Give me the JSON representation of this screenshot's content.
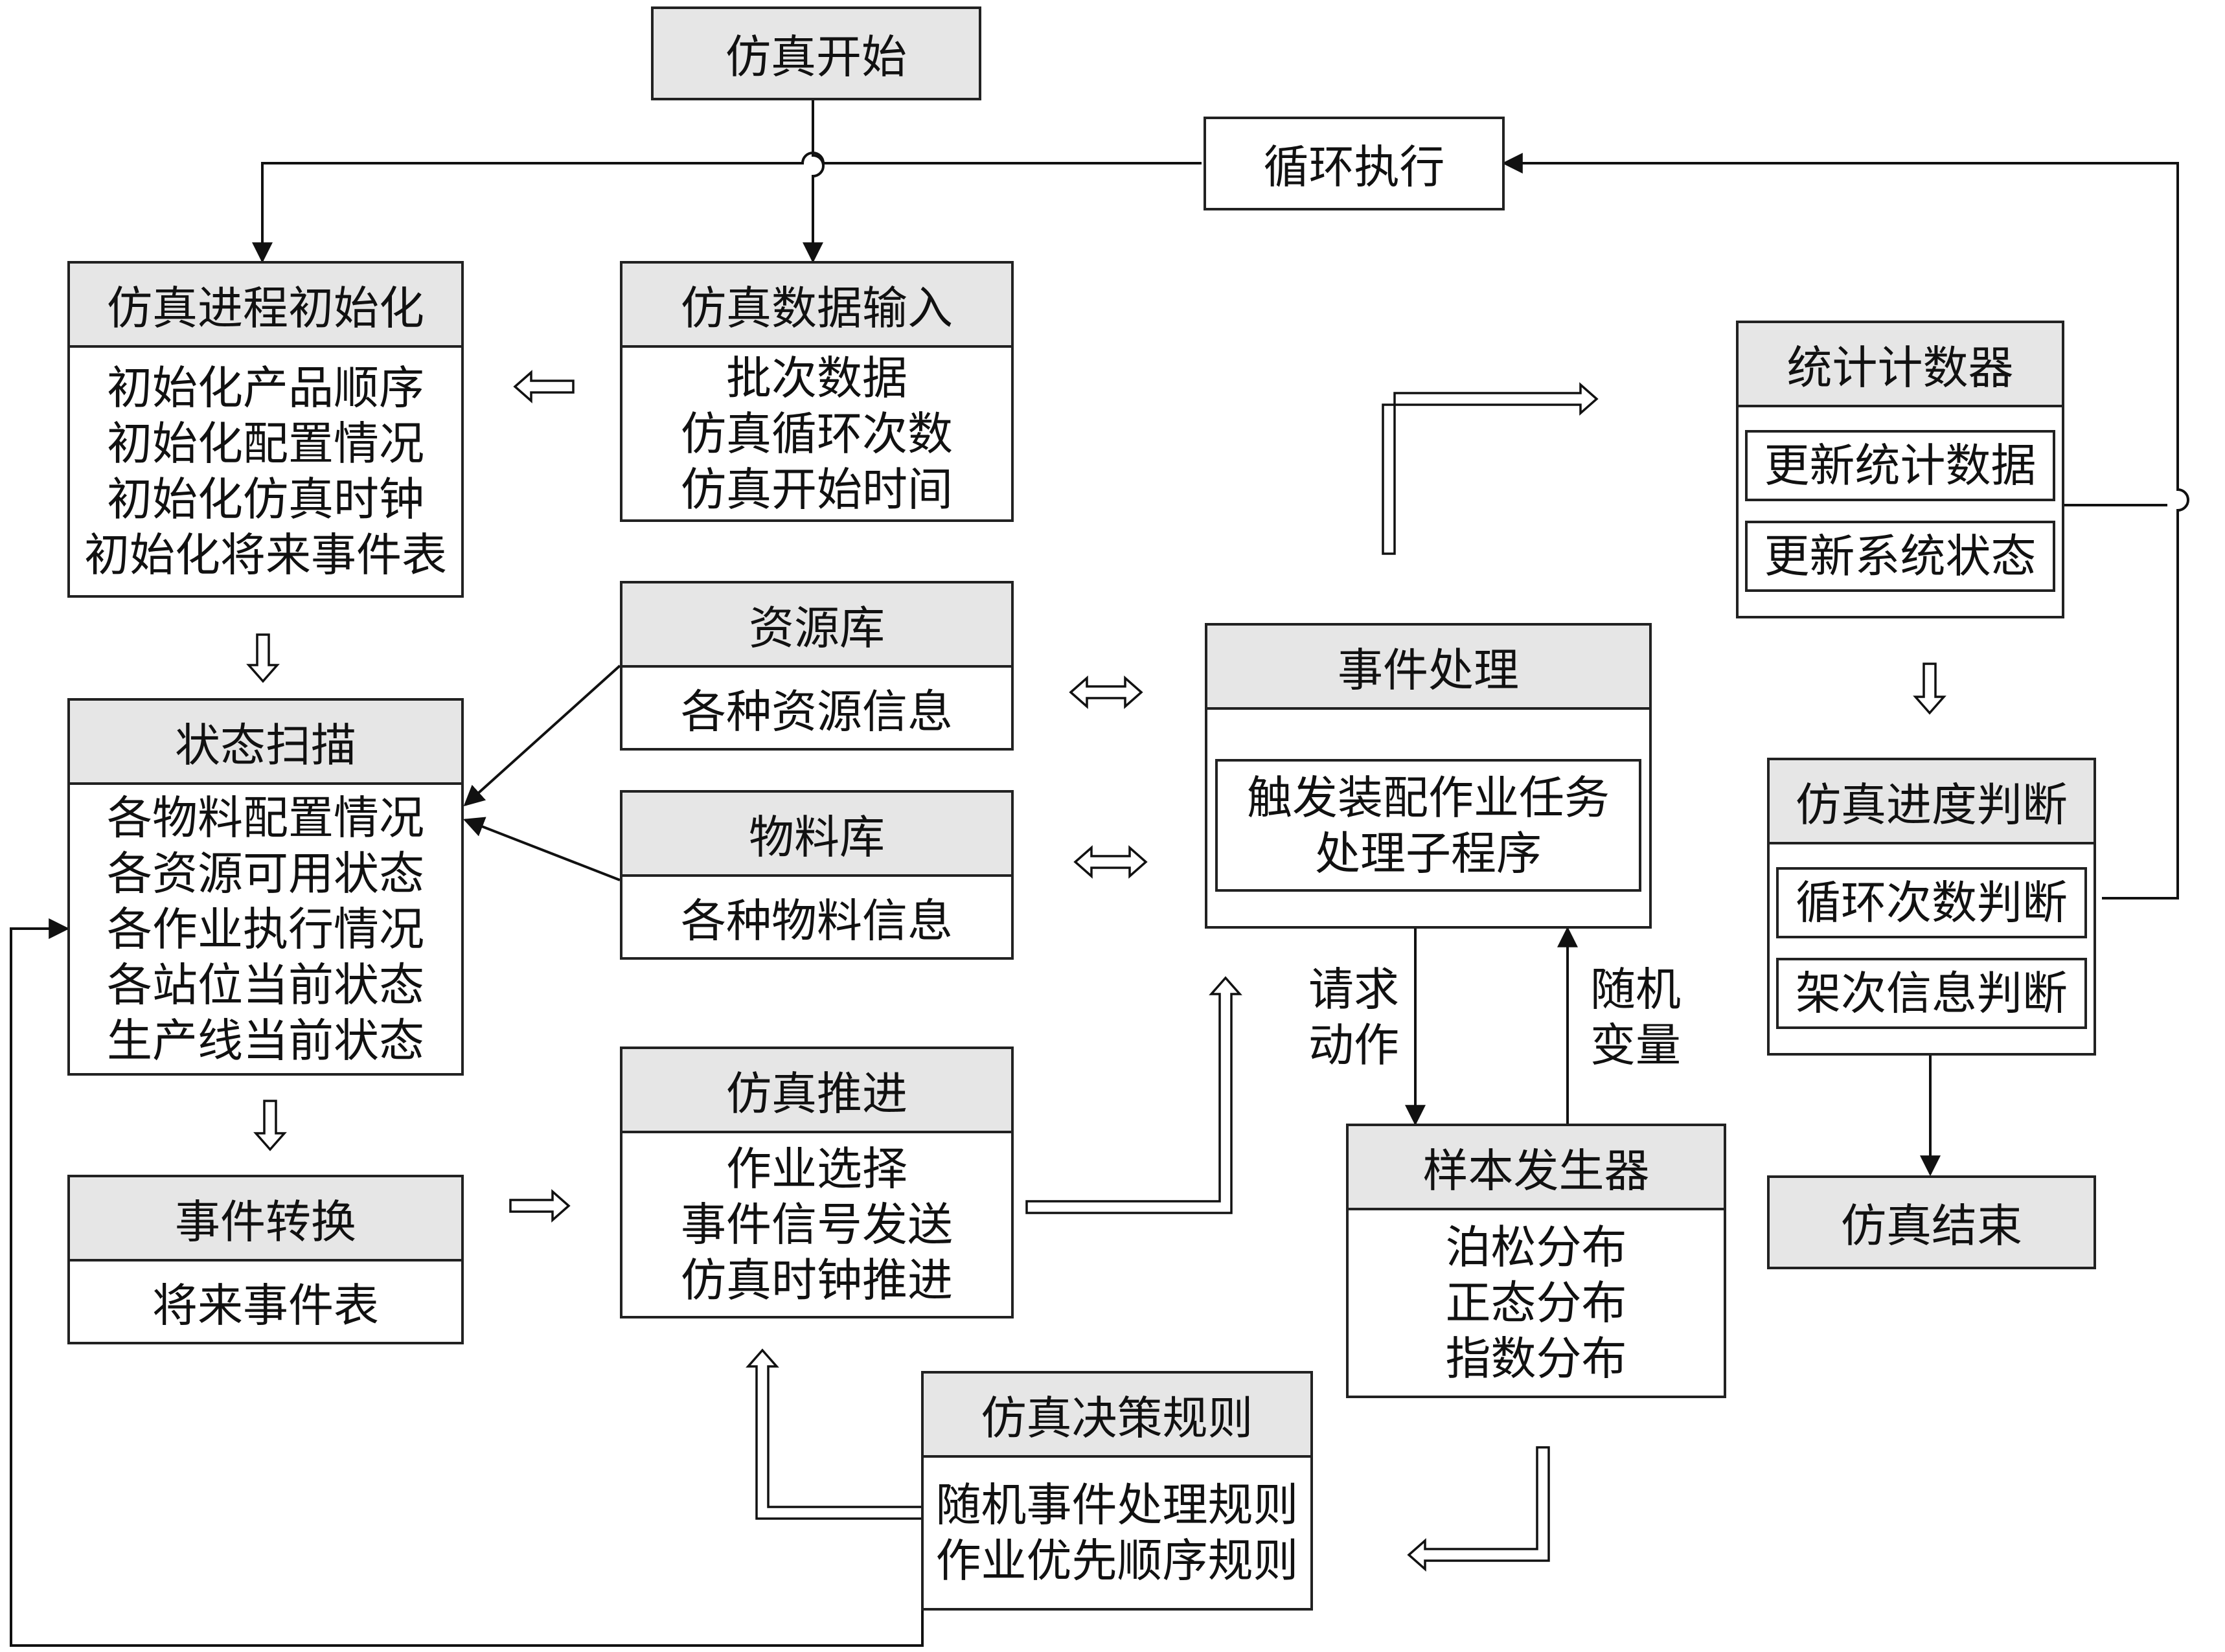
{
  "start": "仿真开始",
  "loop": "循环执行",
  "init": {
    "title": "仿真进程初始化",
    "items": [
      "初始化产品顺序",
      "初始化配置情况",
      "初始化仿真时钟",
      "初始化将来事件表"
    ]
  },
  "input": {
    "title": "仿真数据输入",
    "items": [
      "批次数据",
      "仿真循环次数",
      "仿真开始时间"
    ]
  },
  "resource": {
    "title": "资源库",
    "item": "各种资源信息"
  },
  "material": {
    "title": "物料库",
    "item": "各种物料信息"
  },
  "scan": {
    "title": "状态扫描",
    "items": [
      "各物料配置情况",
      "各资源可用状态",
      "各作业执行情况",
      "各站位当前状态",
      "生产线当前状态"
    ]
  },
  "convert": {
    "title": "事件转换",
    "item": "将来事件表"
  },
  "advance": {
    "title": "仿真推进",
    "items": [
      "作业选择",
      "事件信号发送",
      "仿真时钟推进"
    ]
  },
  "event": {
    "title": "事件处理",
    "items": [
      "触发装配作业任务",
      "处理子程序"
    ]
  },
  "request_label": [
    "请求",
    "动作"
  ],
  "random_label": [
    "随机",
    "变量"
  ],
  "sampler": {
    "title": "样本发生器",
    "items": [
      "泊松分布",
      "正态分布",
      "指数分布"
    ]
  },
  "rules": {
    "title": "仿真决策规则",
    "items": [
      "随机事件处理规则",
      "作业优先顺序规则"
    ]
  },
  "counter": {
    "title": "统计计数器",
    "items": [
      "更新统计数据",
      "更新系统状态"
    ]
  },
  "progress": {
    "title": "仿真进度判断",
    "items": [
      "循环次数判断",
      "架次信息判断"
    ]
  },
  "end": "仿真结束"
}
